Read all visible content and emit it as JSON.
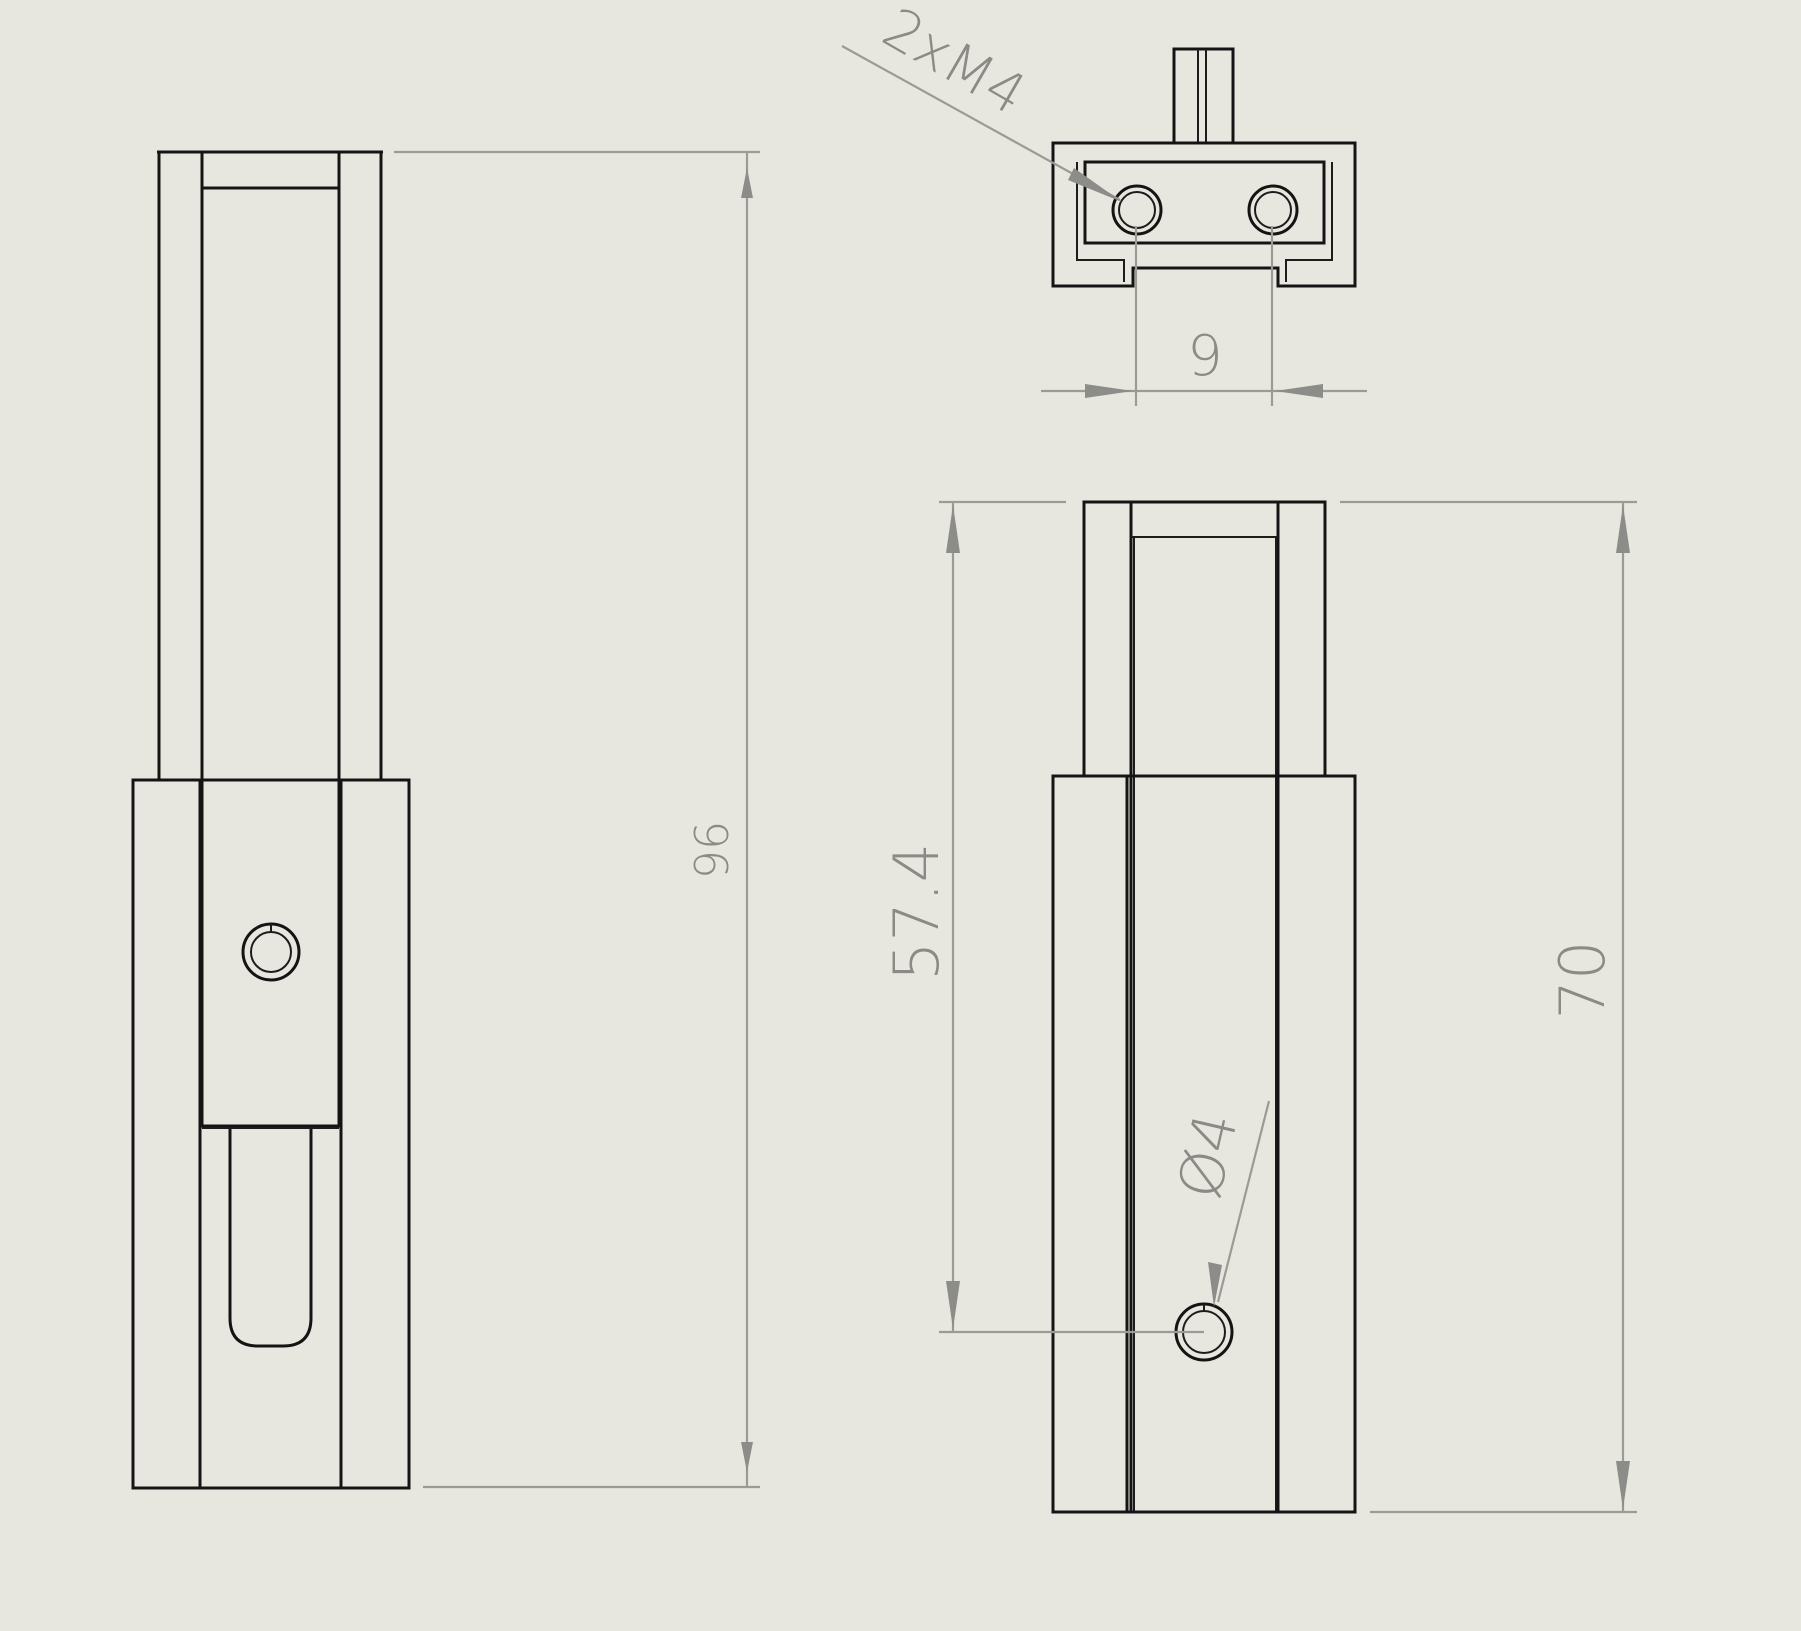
{
  "dimensions": {
    "overall_height_left": "96",
    "thread_callout": "2xM4",
    "hole_spacing": "9",
    "hole_height": "57.4",
    "overall_height_right": "70",
    "hole_diameter": "Ø4"
  },
  "colors": {
    "background": "#e8e7df",
    "part_line": "#141414",
    "dimension_line": "#9a9a96",
    "dimension_text": "#8a8a86"
  }
}
